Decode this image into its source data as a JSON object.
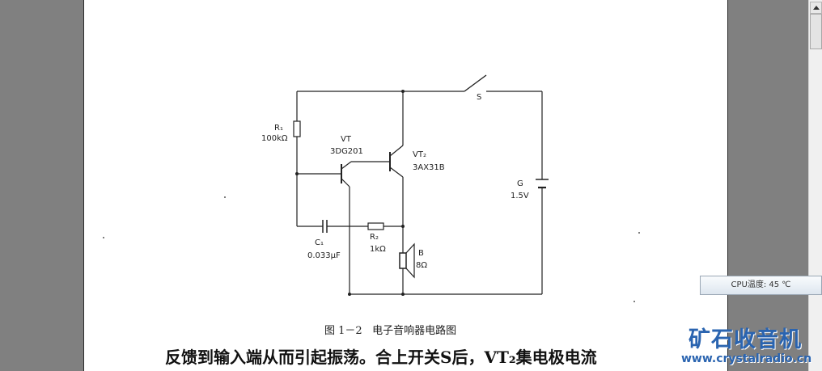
{
  "circuit": {
    "switch": "S",
    "r1_name": "R₁",
    "r1_value": "100kΩ",
    "vt1_name": "VT",
    "vt1_model": "3DG201",
    "vt2_name": "VT₂",
    "vt2_model": "3AX31B",
    "battery_name": "G",
    "battery_value": "1.5V",
    "c1_name": "C₁",
    "c1_value": "0.033μF",
    "r2_name": "R₂",
    "r2_value": "1kΩ",
    "speaker_name": "B",
    "speaker_value": "8Ω"
  },
  "caption": "图 1－2   电子音响器电路图",
  "body_text": "反馈到输入端从而引起振荡。合上开关S后，VT₂集电极电流",
  "overlay": {
    "cpu_temp": "CPU温度: 45 ℃"
  },
  "watermark": {
    "title": "矿石收音机",
    "url": "www.crystalradio.cn"
  }
}
